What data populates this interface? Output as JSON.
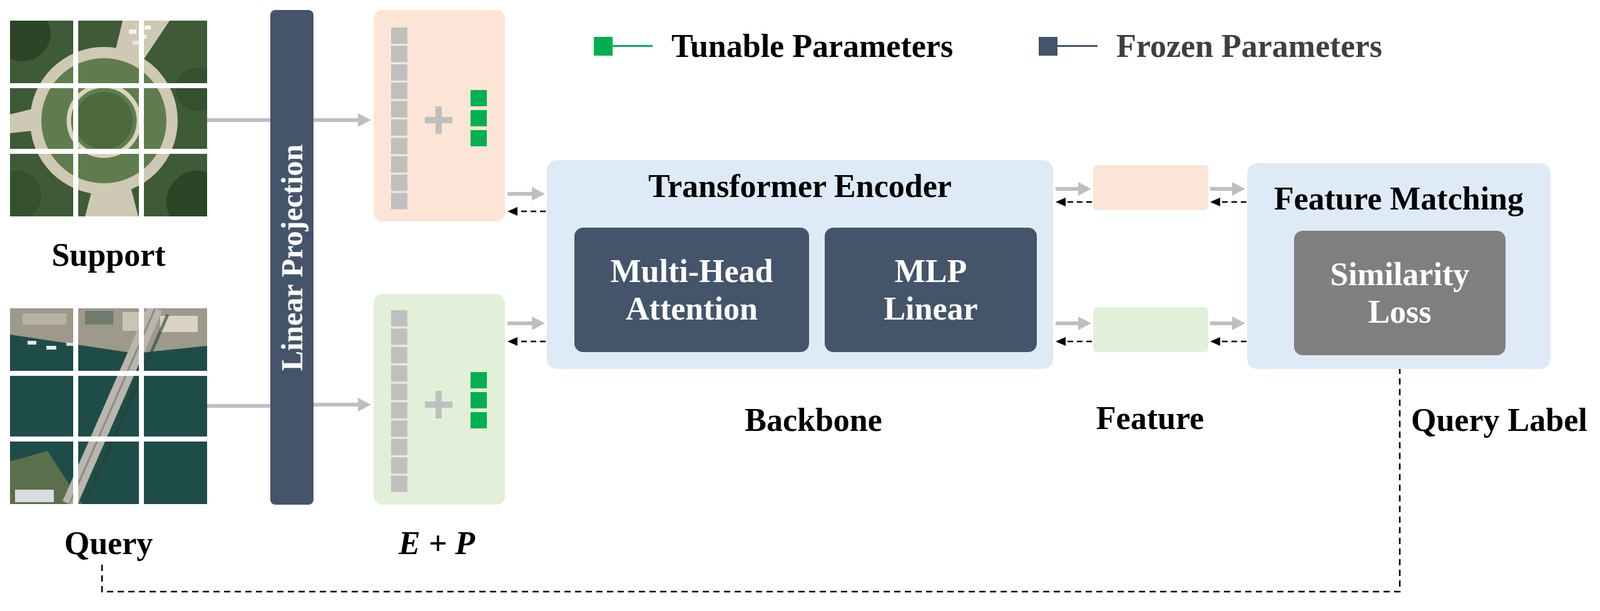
{
  "diagram": {
    "nodes": [
      {
        "text": [
          "Support"
        ]
      },
      {
        "text": [
          "Query"
        ]
      },
      {
        "text": [
          "Linear Projection"
        ]
      },
      {
        "text": [
          "Transformer Encoder"
        ]
      },
      {
        "text": [
          "Multi-Head Attention"
        ],
        "in": 3
      },
      {
        "text": [
          "MLP Linear"
        ],
        "in": 3
      },
      {
        "text": [
          "Feature Matching"
        ]
      },
      {
        "text": [
          "Similarity Loss"
        ],
        "in": 6
      }
    ],
    "edges": [
      {
        "from": 0,
        "to": 2,
        "arrow": "none"
      },
      {
        "from": 1,
        "to": 2,
        "arrow": "none"
      },
      {
        "from": 1,
        "to": 7,
        "arrow": "to",
        "label": "Query Label"
      }
    ],
    "labels": [
      "E + P",
      "Backbone",
      "Feature"
    ],
    "legend": [
      {
        "text": "Tunable Parameters",
        "color": "#00b050"
      },
      {
        "text": "Frozen Parameters",
        "color": "#44546a"
      }
    ]
  }
}
